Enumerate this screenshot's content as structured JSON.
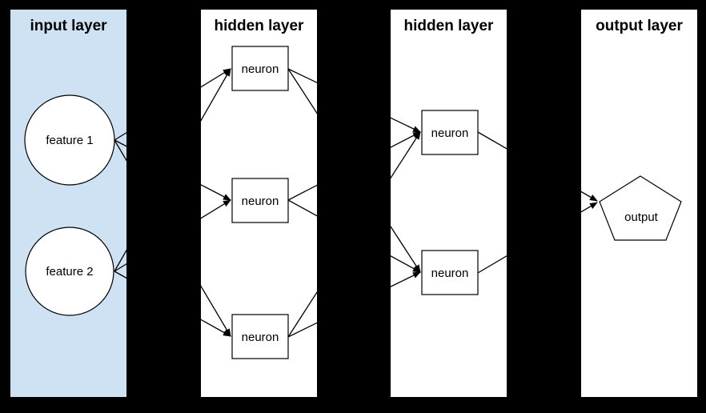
{
  "colors": {
    "background": "#000000",
    "input_panel_fill": "#cfe2f3",
    "panel_fill": "#ffffff",
    "node_fill": "#ffffff",
    "line": "#000000",
    "text": "#000000"
  },
  "layers": [
    {
      "title": "input layer",
      "nodes": [
        {
          "id": "feature-1",
          "label": "feature 1",
          "shape": "circle"
        },
        {
          "id": "feature-2",
          "label": "feature 2",
          "shape": "circle"
        }
      ]
    },
    {
      "title": "hidden layer",
      "nodes": [
        {
          "id": "h1-neuron-1",
          "label": "neuron",
          "shape": "rectangle"
        },
        {
          "id": "h1-neuron-2",
          "label": "neuron",
          "shape": "rectangle"
        },
        {
          "id": "h1-neuron-3",
          "label": "neuron",
          "shape": "rectangle"
        }
      ]
    },
    {
      "title": "hidden layer",
      "nodes": [
        {
          "id": "h2-neuron-1",
          "label": "neuron",
          "shape": "rectangle"
        },
        {
          "id": "h2-neuron-2",
          "label": "neuron",
          "shape": "rectangle"
        }
      ]
    },
    {
      "title": "output layer",
      "nodes": [
        {
          "id": "output",
          "label": "output",
          "shape": "pentagon"
        }
      ]
    }
  ],
  "edges": [
    {
      "from": "feature-1",
      "to": "h1-neuron-1"
    },
    {
      "from": "feature-1",
      "to": "h1-neuron-2"
    },
    {
      "from": "feature-1",
      "to": "h1-neuron-3"
    },
    {
      "from": "feature-2",
      "to": "h1-neuron-1"
    },
    {
      "from": "feature-2",
      "to": "h1-neuron-2"
    },
    {
      "from": "feature-2",
      "to": "h1-neuron-3"
    },
    {
      "from": "h1-neuron-1",
      "to": "h2-neuron-1"
    },
    {
      "from": "h1-neuron-1",
      "to": "h2-neuron-2"
    },
    {
      "from": "h1-neuron-2",
      "to": "h2-neuron-1"
    },
    {
      "from": "h1-neuron-2",
      "to": "h2-neuron-2"
    },
    {
      "from": "h1-neuron-3",
      "to": "h2-neuron-1"
    },
    {
      "from": "h1-neuron-3",
      "to": "h2-neuron-2"
    },
    {
      "from": "h2-neuron-1",
      "to": "output"
    },
    {
      "from": "h2-neuron-2",
      "to": "output"
    }
  ]
}
